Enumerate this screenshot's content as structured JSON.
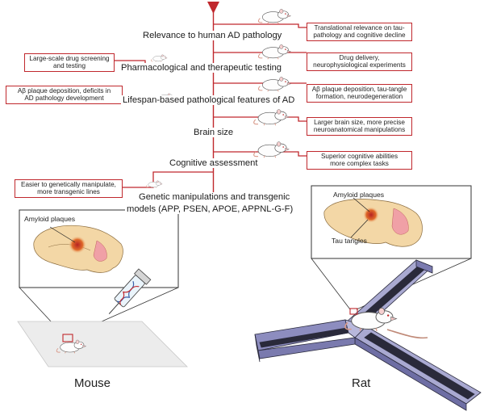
{
  "criteria": [
    "Relevance to human AD pathology",
    "Pharmacological and therapeutic testing",
    "Lifespan-based pathological features of AD",
    "Brain size",
    "Cognitive assessment",
    "Genetic manipulations and transgenic",
    "models (APP, PSEN, APOE, APPNL-G-F)"
  ],
  "mouse_notes": [
    "Large-scale drug screening\nand testing",
    "Aβ plaque deposition, deficits in\nAD pathology development",
    "Easier to genetically manipulate,\nmore transgenic lines"
  ],
  "rat_notes": [
    "Translational relevance on tau-\npathology and cognitive decline",
    "Drug delivery,\nneurophysiological experiments",
    "Aβ plaque deposition, tau-tangle\nformation, neurodegeneration",
    "Larger brain size, more precise\nneuroanatomical manipulations",
    "Superior cognitive abilities\nmore complex tasks"
  ],
  "mouse_panel": {
    "label": "Amyloid plaques"
  },
  "rat_panel": {
    "plaque_label": "Amyloid plaques",
    "tangle_label": "Tau tangles"
  },
  "species": {
    "mouse": "Mouse",
    "rat": "Rat"
  },
  "colors": {
    "accent": "#c0282d",
    "maze": "#a9a9d1",
    "brain": "#f3d7a6"
  }
}
